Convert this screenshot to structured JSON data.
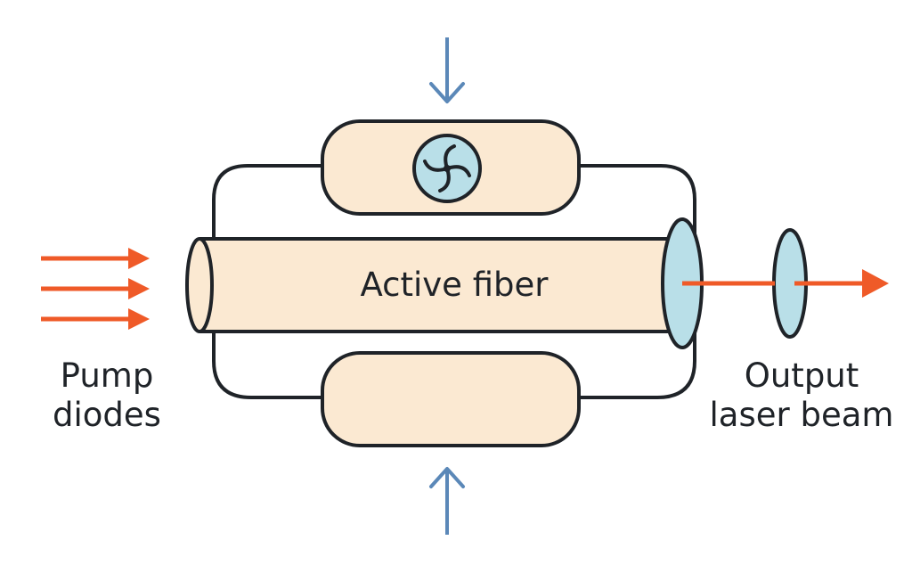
{
  "labels": {
    "active_fiber": "Active fiber",
    "pump_line1": "Pump",
    "pump_line2": "diodes",
    "output_line1": "Output",
    "output_line2": "laser beam"
  },
  "colors": {
    "outline": "#1f2328",
    "cream": "#fbe9d2",
    "light_blue": "#b9dfe8",
    "arrow_blue": "#5b88b8",
    "arrow_orange": "#ef5a28"
  },
  "icons": {
    "fan": "fan-icon"
  }
}
